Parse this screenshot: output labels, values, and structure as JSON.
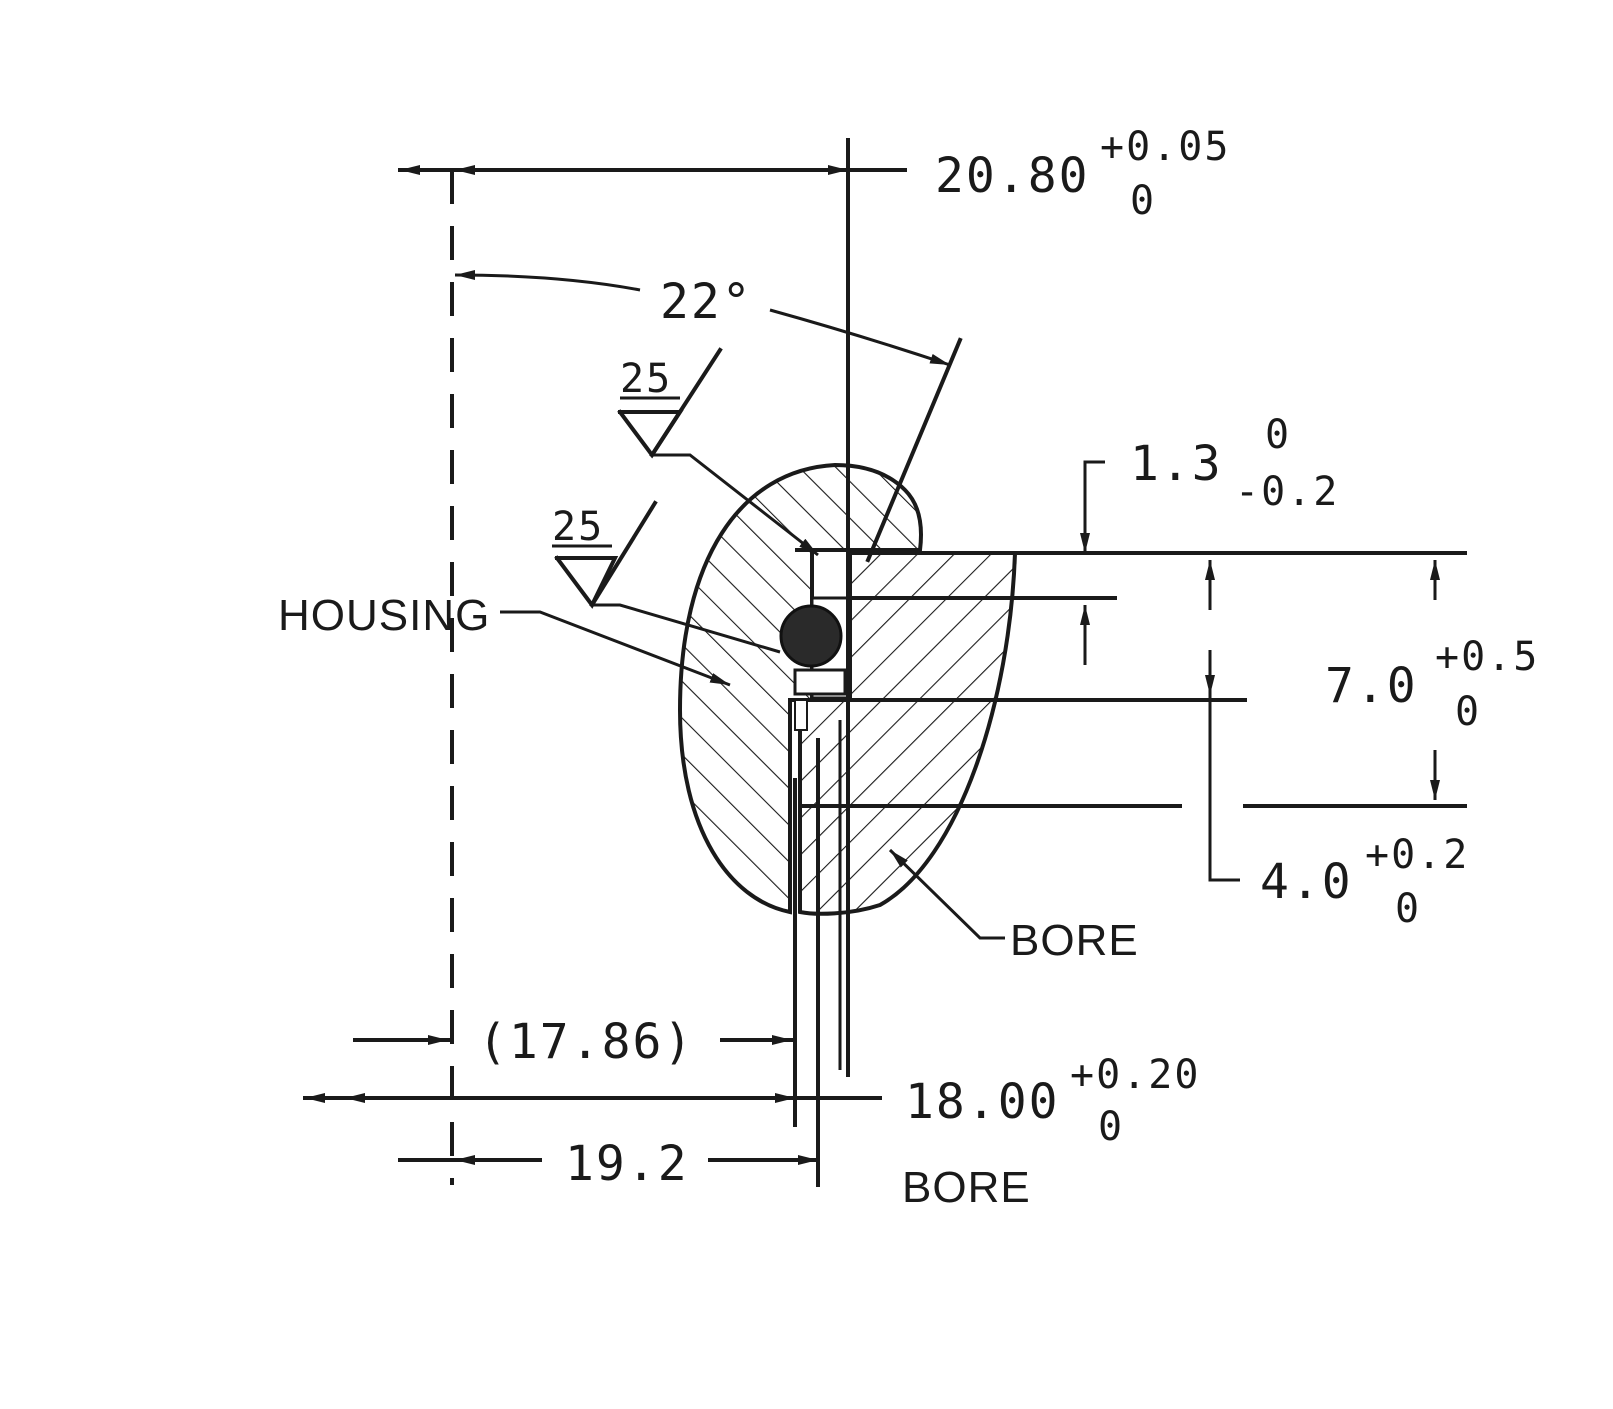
{
  "drawing": {
    "dim_top": {
      "value": "20.80",
      "upper": "+0.05",
      "lower": "0"
    },
    "angle": "22°",
    "roughness_1": "25",
    "roughness_2": "25",
    "dim_step": {
      "value": "1.3",
      "upper": "0",
      "lower": "-0.2"
    },
    "dim_height": {
      "value": "7.0",
      "upper": "+0.5",
      "lower": "0"
    },
    "dim_depth": {
      "value": "4.0",
      "upper": "+0.2",
      "lower": "0"
    },
    "ref_dim": "(17.86)",
    "dim_bore": {
      "value": "18.00",
      "upper": "+0.20",
      "lower": "0"
    },
    "dim_outer": "19.2",
    "labels": {
      "housing": "HOUSING",
      "bore": "BORE",
      "bore_bottom": "BORE"
    }
  }
}
